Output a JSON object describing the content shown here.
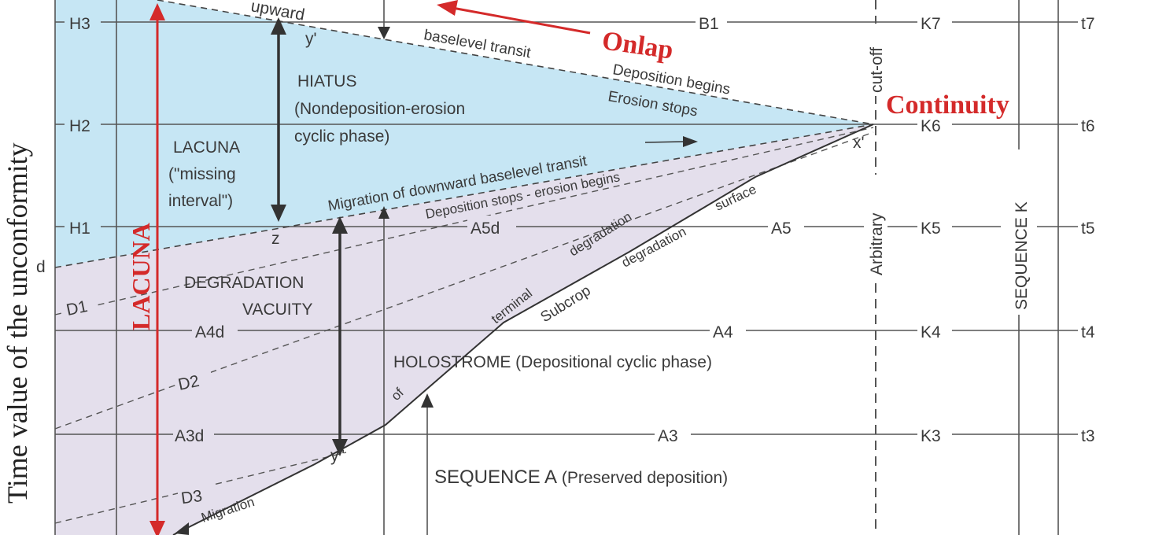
{
  "side_axis_label": "Time value of the unconformity",
  "left_labels": {
    "h3": "H3",
    "h2": "H2",
    "h1": "H1",
    "d": "d",
    "d1": "D1",
    "a4d": "A4d",
    "d2": "D2",
    "a3d": "A3d",
    "d3": "D3"
  },
  "right_labels": {
    "t7": "t7",
    "t6": "t6",
    "t5": "t5",
    "t4": "t4",
    "t3": "t3"
  },
  "k_labels": {
    "k7": "K7",
    "k6": "K6",
    "k5": "K5",
    "k4": "K4",
    "k3": "K3"
  },
  "mid_labels": {
    "b1": "B1",
    "a5d": "A5d",
    "a5": "A5",
    "a4": "A4",
    "a3": "A3"
  },
  "points": {
    "y_prime": "y'",
    "z": "z",
    "x_prime": "x'",
    "y_dbl": "y\""
  },
  "regions": {
    "hiatus_title": "HIATUS",
    "hiatus_sub1": "(Nondeposition-erosion",
    "hiatus_sub2": "cyclic phase)",
    "lacuna_l1": "LACUNA",
    "lacuna_l2": "(\"missing",
    "lacuna_l3": "interval\")",
    "degradation": "DEGRADATION",
    "vacuity": "VACUITY",
    "holostrome": "HOLOSTROME (Depositional cyclic phase)",
    "sequence_a_main": "SEQUENCE A",
    "sequence_a_sub": " (Preserved deposition)",
    "sequence_k": "SEQUENCE  K"
  },
  "line_labels": {
    "upward": "upward",
    "baselevel_transit": "baselevel transit",
    "deposition_begins": "Deposition begins",
    "erosion_stops": "Erosion stops",
    "migration_down": "Migration of downward baselevel transit",
    "deposition_stops": "Deposition stops - erosion begins",
    "terminal": "terminal",
    "degradation1": "degradation",
    "subcrop": "Subcrop",
    "degradation2": "degradation",
    "surface": "surface",
    "of": "of",
    "migration": "Migration",
    "cutoff": "cut-off",
    "arbitrary": "Arbitrary"
  },
  "annotations": {
    "onlap": "Onlap",
    "continuity": "Continuity",
    "lacuna_red": "LACUNA"
  },
  "colors": {
    "hiatus_fill": "#c6e6f4",
    "degradation_fill": "#e4dfec",
    "red": "#d42a2a",
    "line": "#555555"
  }
}
